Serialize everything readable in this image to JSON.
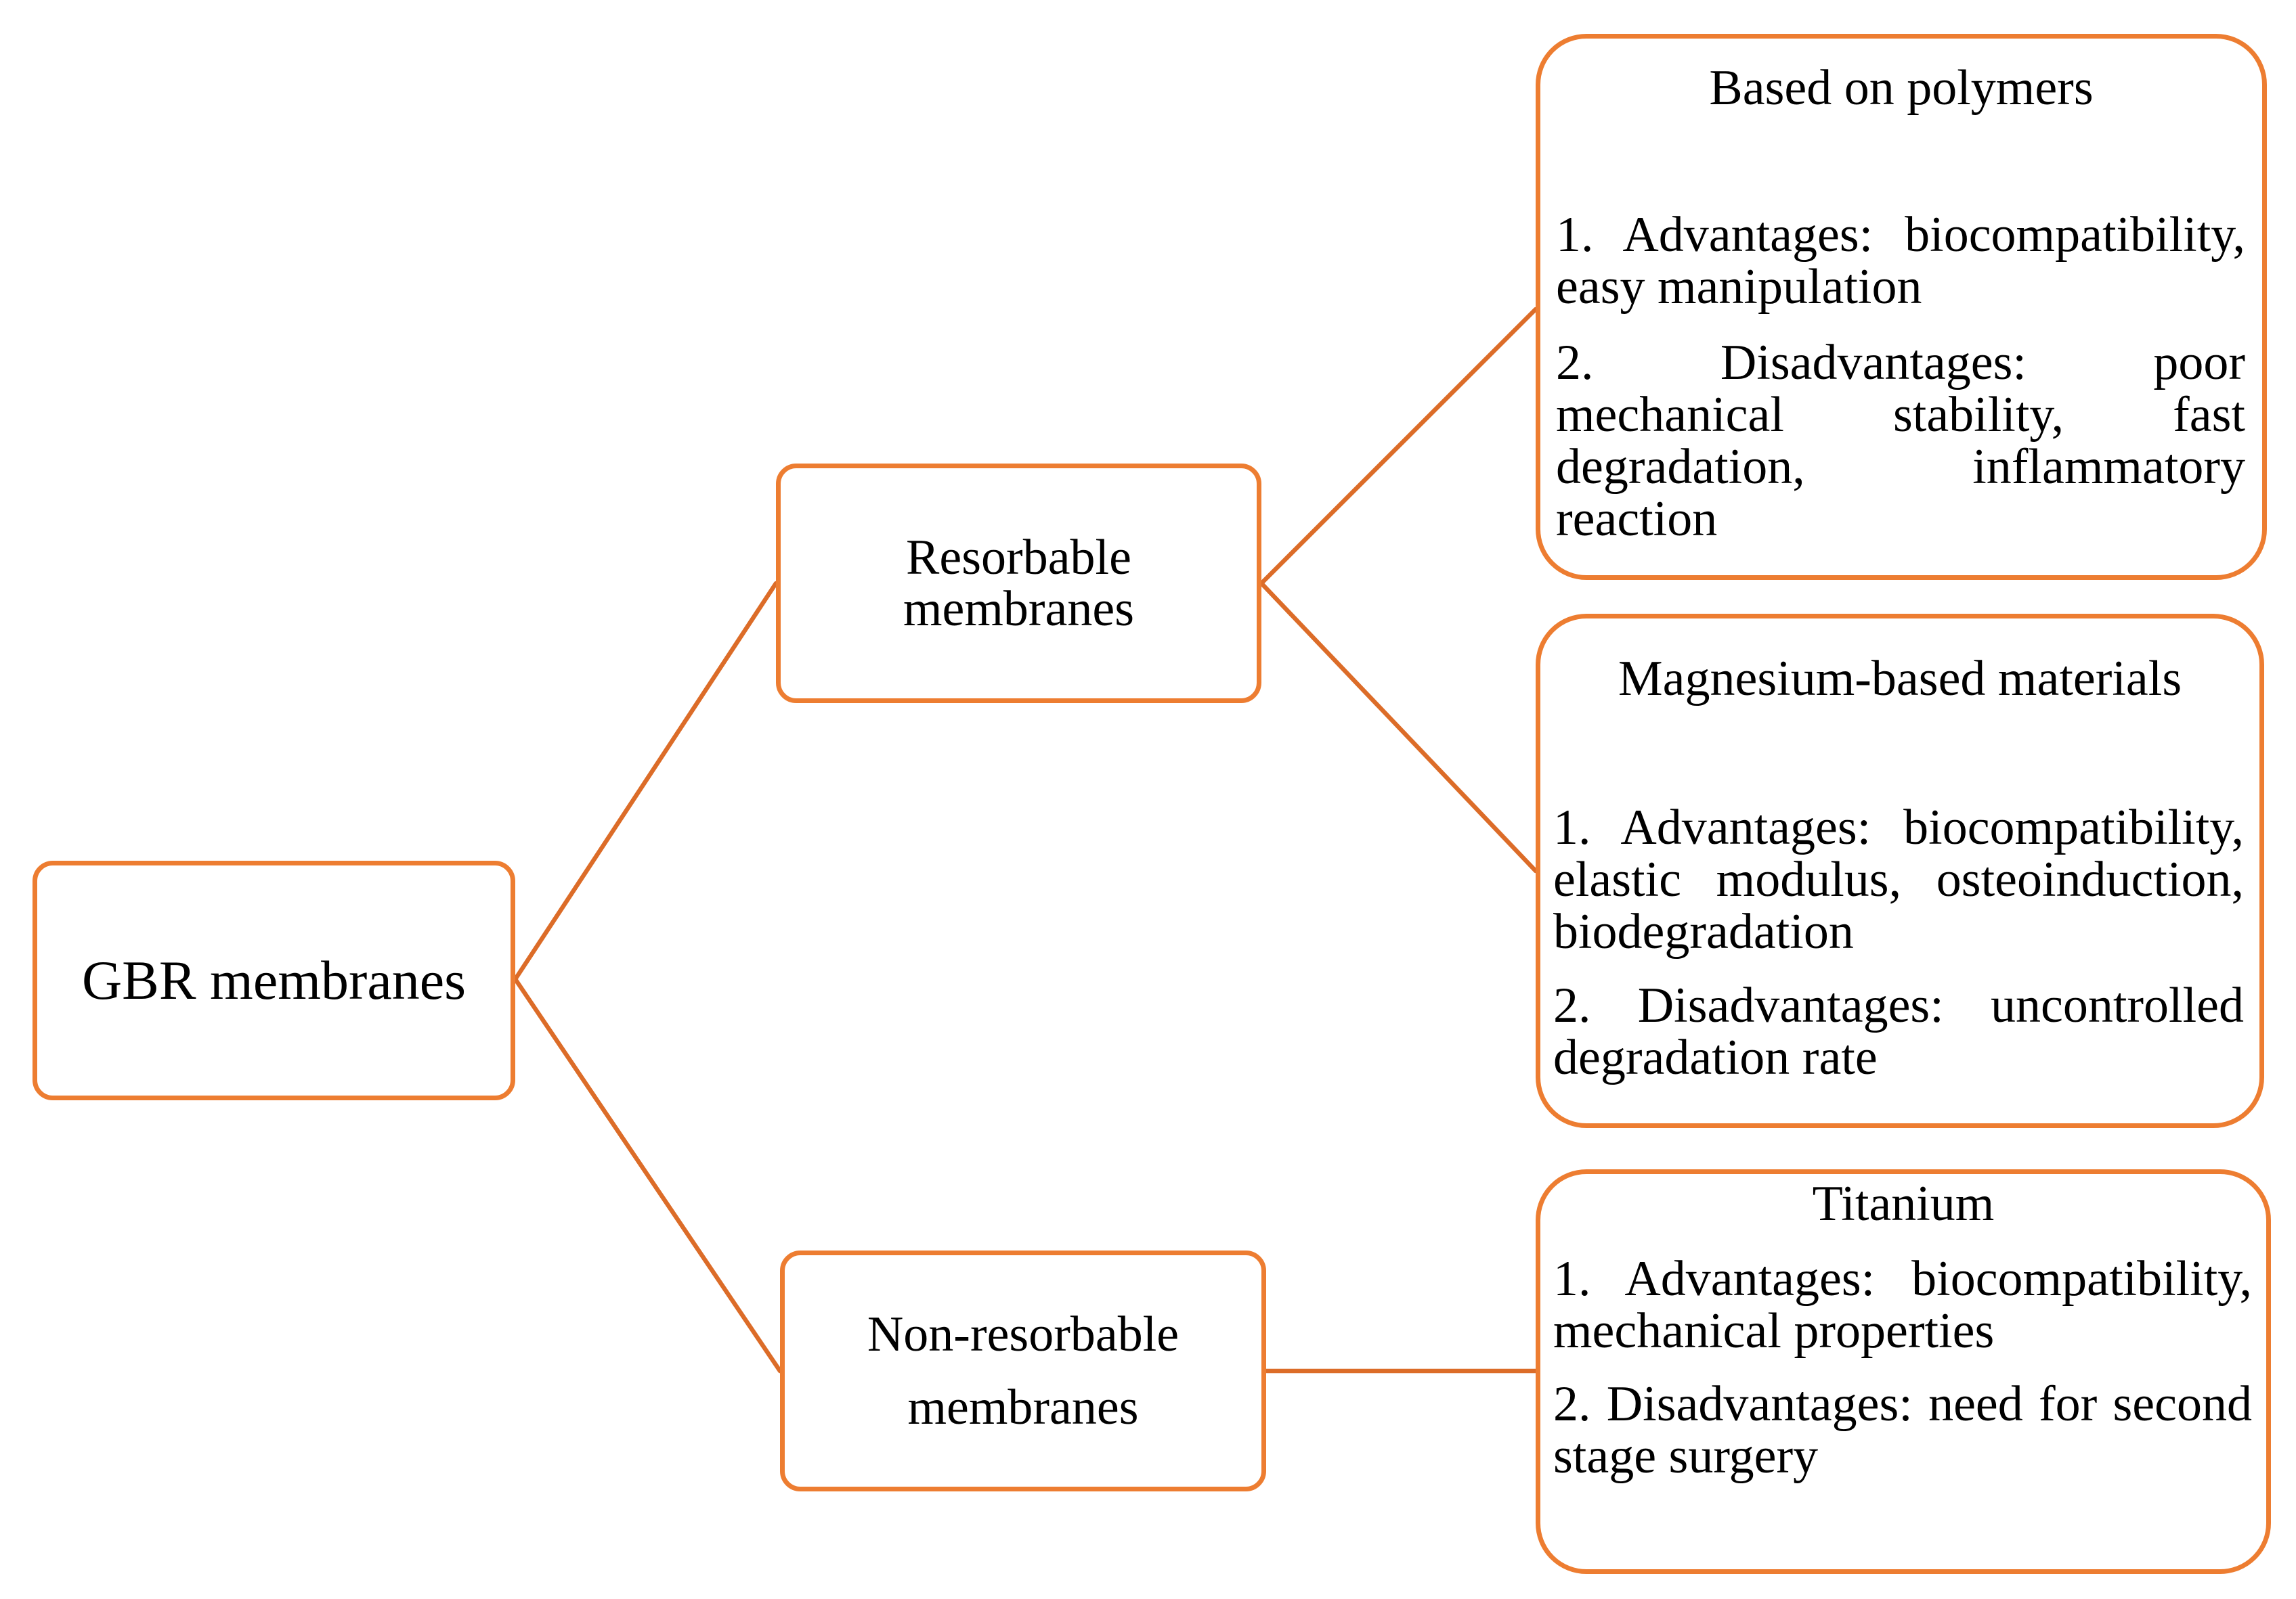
{
  "diagram": {
    "root": {
      "label": "GBR membranes",
      "branches": [
        {
          "label": "Resorbable membranes",
          "materials": [
            {
              "title": "Based on polymers",
              "advantages": "1. Advantages: biocompatibility, easy manipulation",
              "disadvantages": "2. Disadvantages: poor mechanical stability, fast degradation, inflammatory reaction"
            },
            {
              "title": "Magnesium-based materials",
              "advantages": "1. Advantages: biocompatibility, elastic modulus, osteoinduction, biodegradation",
              "disadvantages": "2. Disadvantages: uncontrolled degradation rate"
            }
          ]
        },
        {
          "label": "Non-resorbable membranes",
          "materials": [
            {
              "title": "Titanium",
              "advantages": "1. Advantages: biocompatibility, mechanical properties",
              "disadvantages": "2. Disadvantages: need for second stage surgery"
            }
          ]
        }
      ]
    }
  },
  "colors": {
    "box_border": "#ED7D31",
    "connector": "#DC6C28",
    "text": "#000000",
    "background": "#FFFFFF"
  }
}
